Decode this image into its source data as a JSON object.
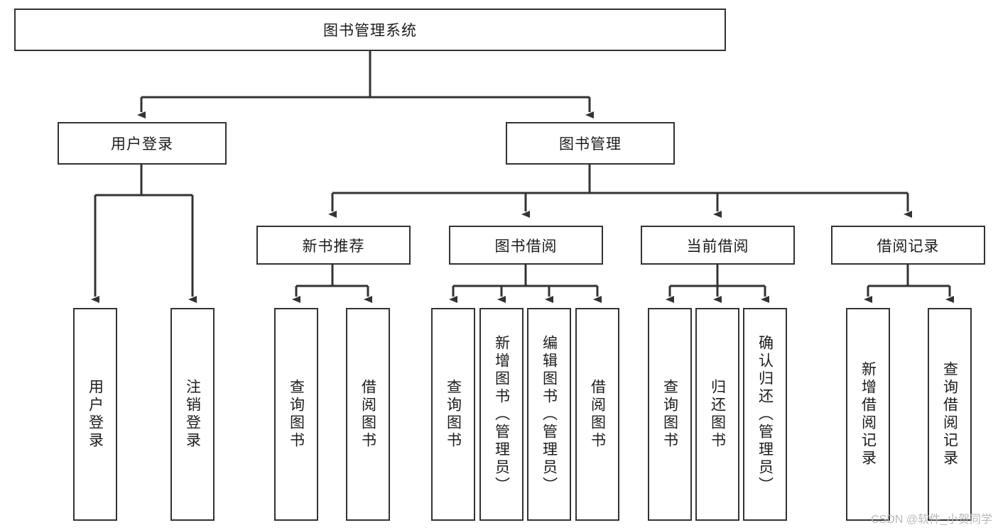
{
  "diagram": {
    "title": "图书管理系统",
    "type": "tree-hierarchy-diagram",
    "colors": {
      "stroke": "#333333",
      "fill": "#ffffff",
      "text": "#1c1c1c",
      "watermark": "#b9b9b9"
    },
    "root": {
      "label": "图书管理系统"
    },
    "level2": [
      {
        "label": "用户登录"
      },
      {
        "label": "图书管理"
      }
    ],
    "level3": [
      {
        "label": "新书推荐"
      },
      {
        "label": "图书借阅"
      },
      {
        "label": "当前借阅"
      },
      {
        "label": "借阅记录"
      }
    ],
    "leaves": {
      "user_login": [
        {
          "label": "用户登录"
        },
        {
          "label": "注销登录"
        }
      ],
      "new_book_recommend": [
        {
          "label": "查询图书"
        },
        {
          "label": "借阅图书"
        }
      ],
      "book_borrow": [
        {
          "label": "查询图书"
        },
        {
          "label": "新增图书（管理员）"
        },
        {
          "label": "编辑图书（管理员）"
        },
        {
          "label": "借阅图书"
        }
      ],
      "current_borrow": [
        {
          "label": "查询图书"
        },
        {
          "label": "归还图书"
        },
        {
          "label": "确认归还（管理员）"
        }
      ],
      "borrow_record": [
        {
          "label": "新增借阅记录"
        },
        {
          "label": "查询借阅记录"
        }
      ]
    },
    "watermark": "CSDN @软件_小贺同学"
  }
}
